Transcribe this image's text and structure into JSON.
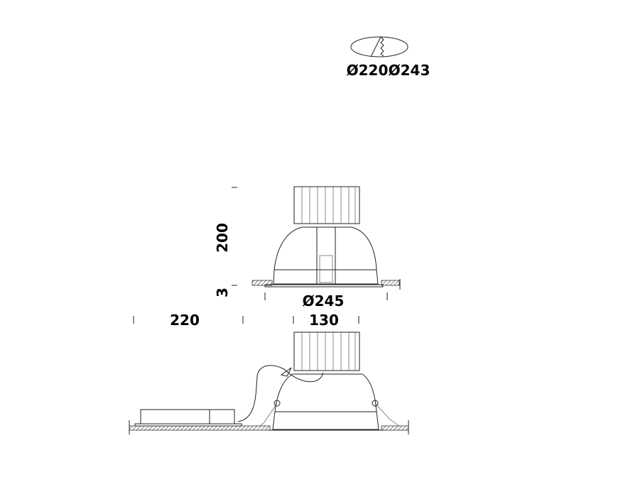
{
  "cutout_detail": {
    "labels": [
      "Ø220",
      "Ø243"
    ]
  },
  "side_view": {
    "height_label": "200",
    "flange_label": "3",
    "diameter_label": "Ø245"
  },
  "install_view": {
    "driver_clearance_label": "220",
    "depth_label": "130"
  },
  "colors": {
    "line": "#222222",
    "background": "#ffffff"
  }
}
